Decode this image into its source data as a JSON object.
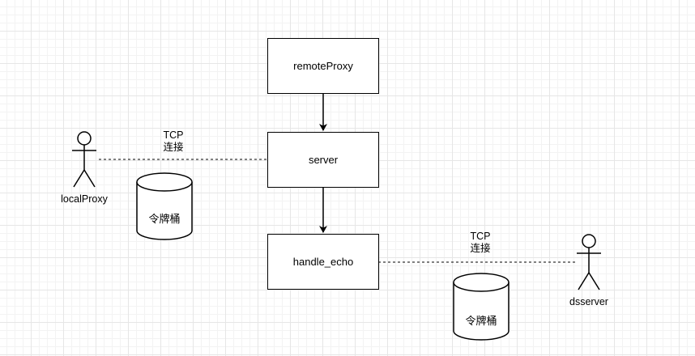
{
  "nodes": {
    "remote_proxy": "remoteProxy",
    "server": "server",
    "handle_echo": "handle_echo"
  },
  "actors": {
    "local_proxy": "localProxy",
    "ds_server": "dsserver"
  },
  "storages": {
    "left": "令牌桶",
    "right": "令牌桶"
  },
  "connections": {
    "local_link": {
      "line1": "TCP",
      "line2": "连接"
    },
    "ds_link": {
      "line1": "TCP",
      "line2": "连接"
    }
  },
  "colors": {
    "stroke": "#000000",
    "background": "#ffffff",
    "grid": "#e6e6e6"
  }
}
